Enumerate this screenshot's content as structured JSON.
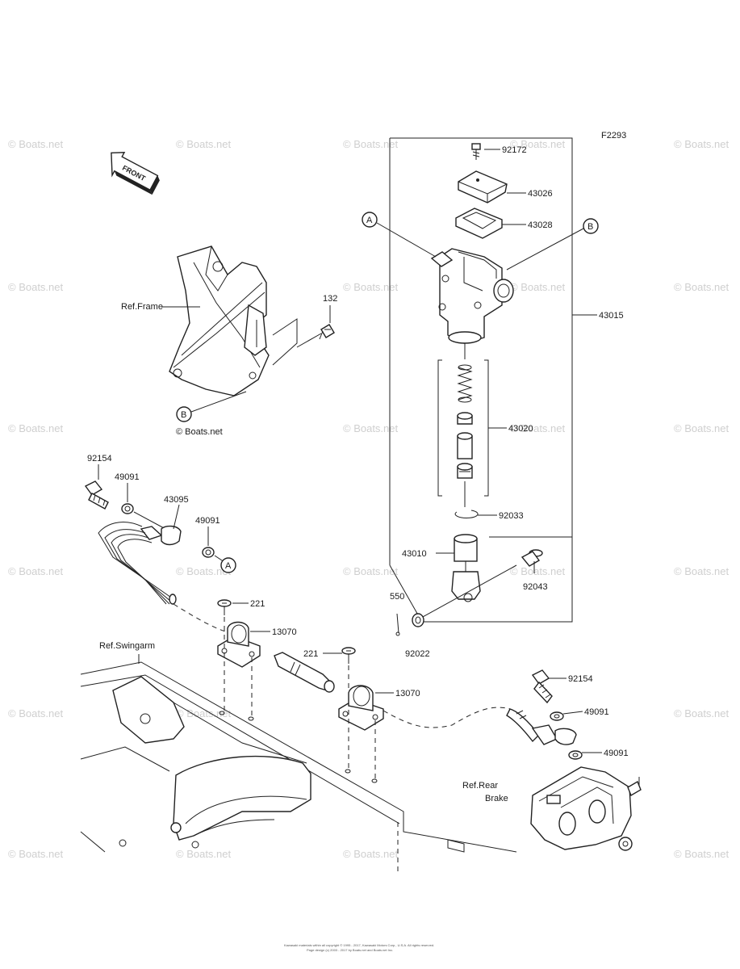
{
  "figure_code": "F2293",
  "watermark": "© Boats.net",
  "front_label": "FRONT",
  "ref_labels": {
    "frame": "Ref.Frame",
    "swingarm": "Ref.Swingarm",
    "rear_brake_line1": "Ref.Rear",
    "rear_brake_line2": "Brake"
  },
  "callouts": {
    "A": "A",
    "B": "B"
  },
  "part_numbers": {
    "p92172": "92172",
    "p43026": "43026",
    "p43028": "43028",
    "p43015": "43015",
    "p43020": "43020",
    "p92033": "92033",
    "p43010": "43010",
    "p92043": "92043",
    "p550": "550",
    "p92022": "92022",
    "p132": "132",
    "p92154_top": "92154",
    "p49091_a": "49091",
    "p43095": "43095",
    "p49091_b": "49091",
    "p221_a": "221",
    "p13070_a": "13070",
    "p221_b": "221",
    "p13070_b": "13070",
    "p92154_bottom": "92154",
    "p49091_c": "49091",
    "p49091_d": "49091"
  },
  "footer_line1": "Kawasaki materials within all copyright © 1995 - 2017, Kawasaki Motors Corp., U.S.A. All rights reserved.",
  "footer_line2": "Page design (c) 2003 - 2017 by Boats.net and Boats.net Inc."
}
